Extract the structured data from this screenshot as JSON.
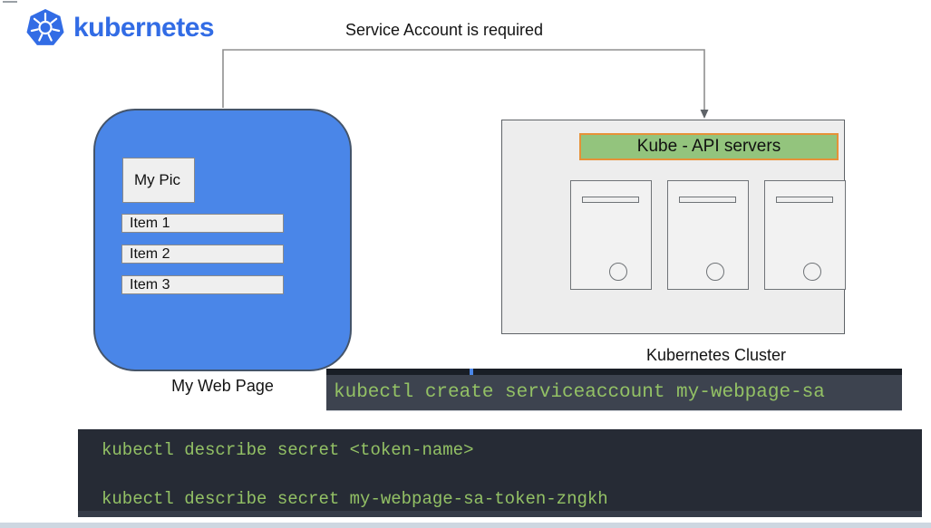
{
  "logo": {
    "text": "kubernetes",
    "brand_color": "#326ce5"
  },
  "flow": {
    "annotation": "Service Account is required"
  },
  "web_page": {
    "caption": "My Web Page",
    "pic_label": "My Pic",
    "items": [
      "Item 1",
      "Item 2",
      "Item 3"
    ],
    "fill_color": "#4a86e8"
  },
  "cluster": {
    "caption": "Kubernetes Cluster",
    "banner_label": "Kube - API servers",
    "banner_fill": "#93c47d",
    "banner_border": "#e69138",
    "server_count": 3
  },
  "terminal_create": {
    "command": "kubectl create serviceaccount my-webpage-sa"
  },
  "terminal_describe": {
    "command_template": "kubectl describe secret <token-name>",
    "command_actual": "kubectl describe secret my-webpage-sa-token-zngkh"
  },
  "theme": {
    "terminal_text_color": "#93c165",
    "terminal_create_bg": "#3d434f",
    "terminal_describe_bg": "#262b35",
    "bottom_bar_color": "#cdd7e1",
    "arrow_color": "#8f8f8f"
  }
}
